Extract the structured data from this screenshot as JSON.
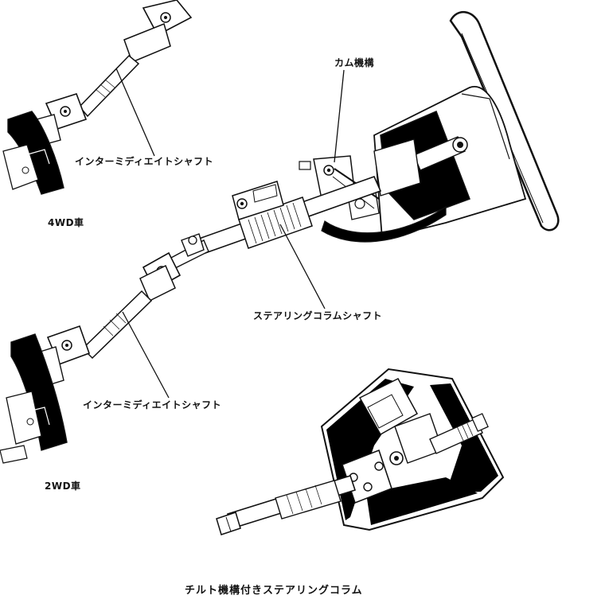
{
  "labels": {
    "cam_mechanism": "カム機構",
    "intermediate_shaft_top": "インターミディエイトシャフト",
    "four_wd": "4WD車",
    "steering_column_shaft": "ステアリングコラムシャフト",
    "intermediate_shaft_bottom": "インターミディエイトシャフト",
    "two_wd": "2WD車",
    "caption": "チルト機構付きステアリングコラム"
  },
  "colors": {
    "ink": "#111111",
    "paper": "#ffffff",
    "shade": "#000000",
    "light_fill": "#f2f2f2"
  }
}
